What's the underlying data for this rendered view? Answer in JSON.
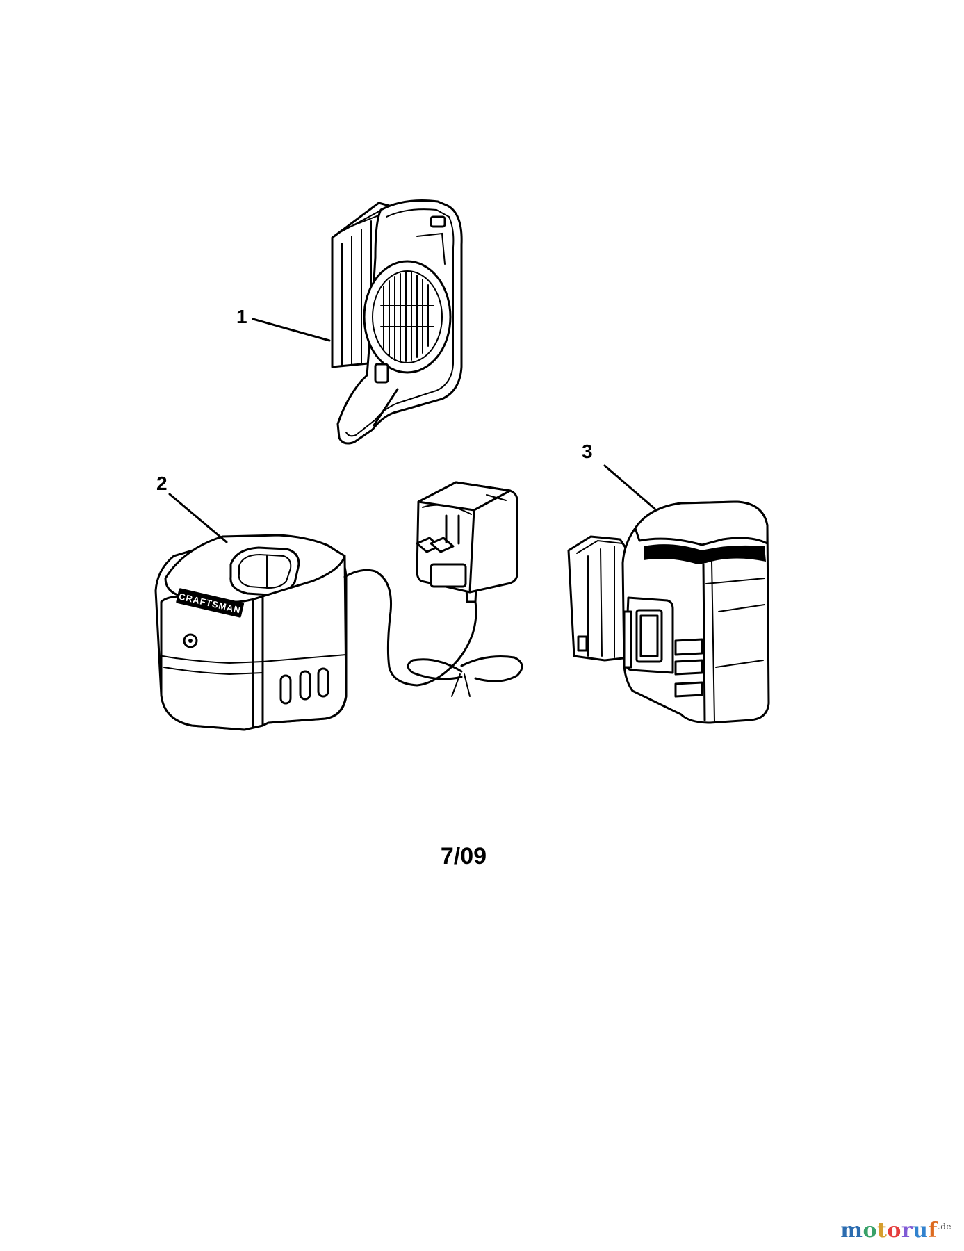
{
  "callouts": {
    "part1": "1",
    "part2": "2",
    "part3": "3"
  },
  "charger_brand": "CRAFTSMAN",
  "page_code": "7/09",
  "watermark": {
    "text": "motoruf",
    "suffix": ".de",
    "colors": [
      "#2b6cb0",
      "#38a169",
      "#d69e2e",
      "#e53e3e",
      "#805ad5",
      "#3182ce",
      "#dd6b20"
    ]
  }
}
